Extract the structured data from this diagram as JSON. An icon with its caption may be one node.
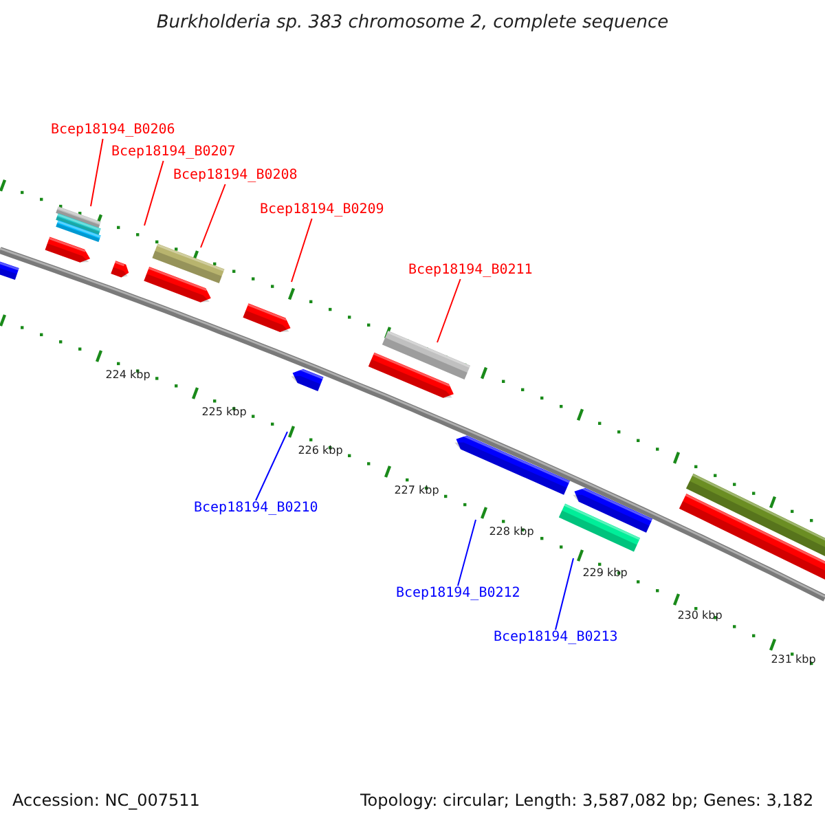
{
  "diagram": {
    "title": "Burkholderia sp. 383 chromosome 2, complete sequence",
    "nodes": [
      {
        "text": [
          "Bcep18194_B0206"
        ]
      },
      {
        "text": [
          "Bcep18194_B0207"
        ]
      },
      {
        "text": [
          "Bcep18194_B0208"
        ]
      },
      {
        "text": [
          "Bcep18194_B0209"
        ]
      },
      {
        "text": [
          "Bcep18194_B0211"
        ]
      },
      {
        "text": [
          "Bcep18194_B0210"
        ]
      },
      {
        "text": [
          "Bcep18194_B0212"
        ]
      },
      {
        "text": [
          "Bcep18194_B0213"
        ]
      }
    ],
    "edges": [
      {
        "from": 0,
        "to": null,
        "arrow": "none"
      },
      {
        "from": 1,
        "to": null,
        "arrow": "none"
      },
      {
        "from": 2,
        "to": null,
        "arrow": "none"
      },
      {
        "from": 3,
        "to": null,
        "arrow": "none"
      },
      {
        "from": 4,
        "to": null,
        "arrow": "none"
      },
      {
        "from": 5,
        "to": null,
        "arrow": "none",
        "color": "#0000ff"
      },
      {
        "from": 6,
        "to": null,
        "arrow": "none",
        "color": "#0000ff"
      },
      {
        "from": 7,
        "to": null,
        "arrow": "none",
        "color": "#0000ff"
      }
    ],
    "labels": [
      "224 kbp",
      "225 kbp",
      "226 kbp",
      "227 kbp",
      "228 kbp",
      "229 kbp",
      "230 kbp",
      "231 kbp",
      "Accession: NC_007511",
      "Topology: circular; Length: 3,587,082 bp; Genes: 3,182"
    ]
  }
}
